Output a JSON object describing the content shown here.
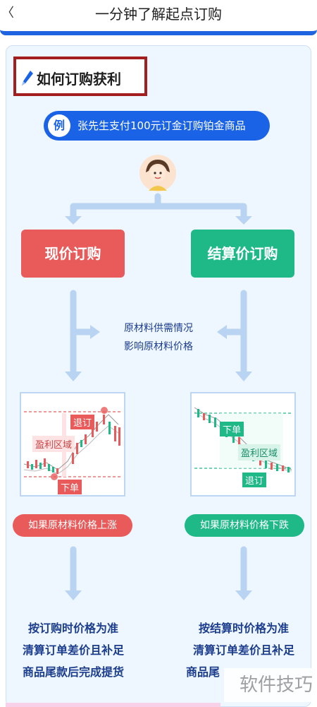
{
  "header": {
    "title": "一分钟了解起点订购",
    "back_label": "〈"
  },
  "section": {
    "title": "如何订购获利"
  },
  "example": {
    "badge": "例",
    "text": "张先生支付100元订金订购铂金商品"
  },
  "buttons": {
    "spot": "现价订购",
    "settlement": "结算价订购"
  },
  "middle_note": {
    "line1": "原材料供需情况",
    "line2": "影响原材料价格"
  },
  "left_chart": {
    "exit_label": "退订",
    "profit_label": "盈利区域",
    "order_label": "下单"
  },
  "right_chart": {
    "order_label": "下单",
    "profit_label": "盈利区域",
    "exit_label": "退订"
  },
  "tags": {
    "rise": "如果原材料价格上涨",
    "fall": "如果原材料价格下跌"
  },
  "results": {
    "left": [
      "按订购时价格为准",
      "清算订单差价且补足",
      "商品尾款后完成提货"
    ],
    "right": [
      "按结算时价格为准",
      "清算订单差价且补足",
      "商品尾"
    ]
  },
  "watermark": "软件技巧",
  "colors": {
    "blue": "#1a63e6",
    "red": "#e95b5b",
    "green": "#1fb987",
    "frame": "#a31f1f"
  }
}
